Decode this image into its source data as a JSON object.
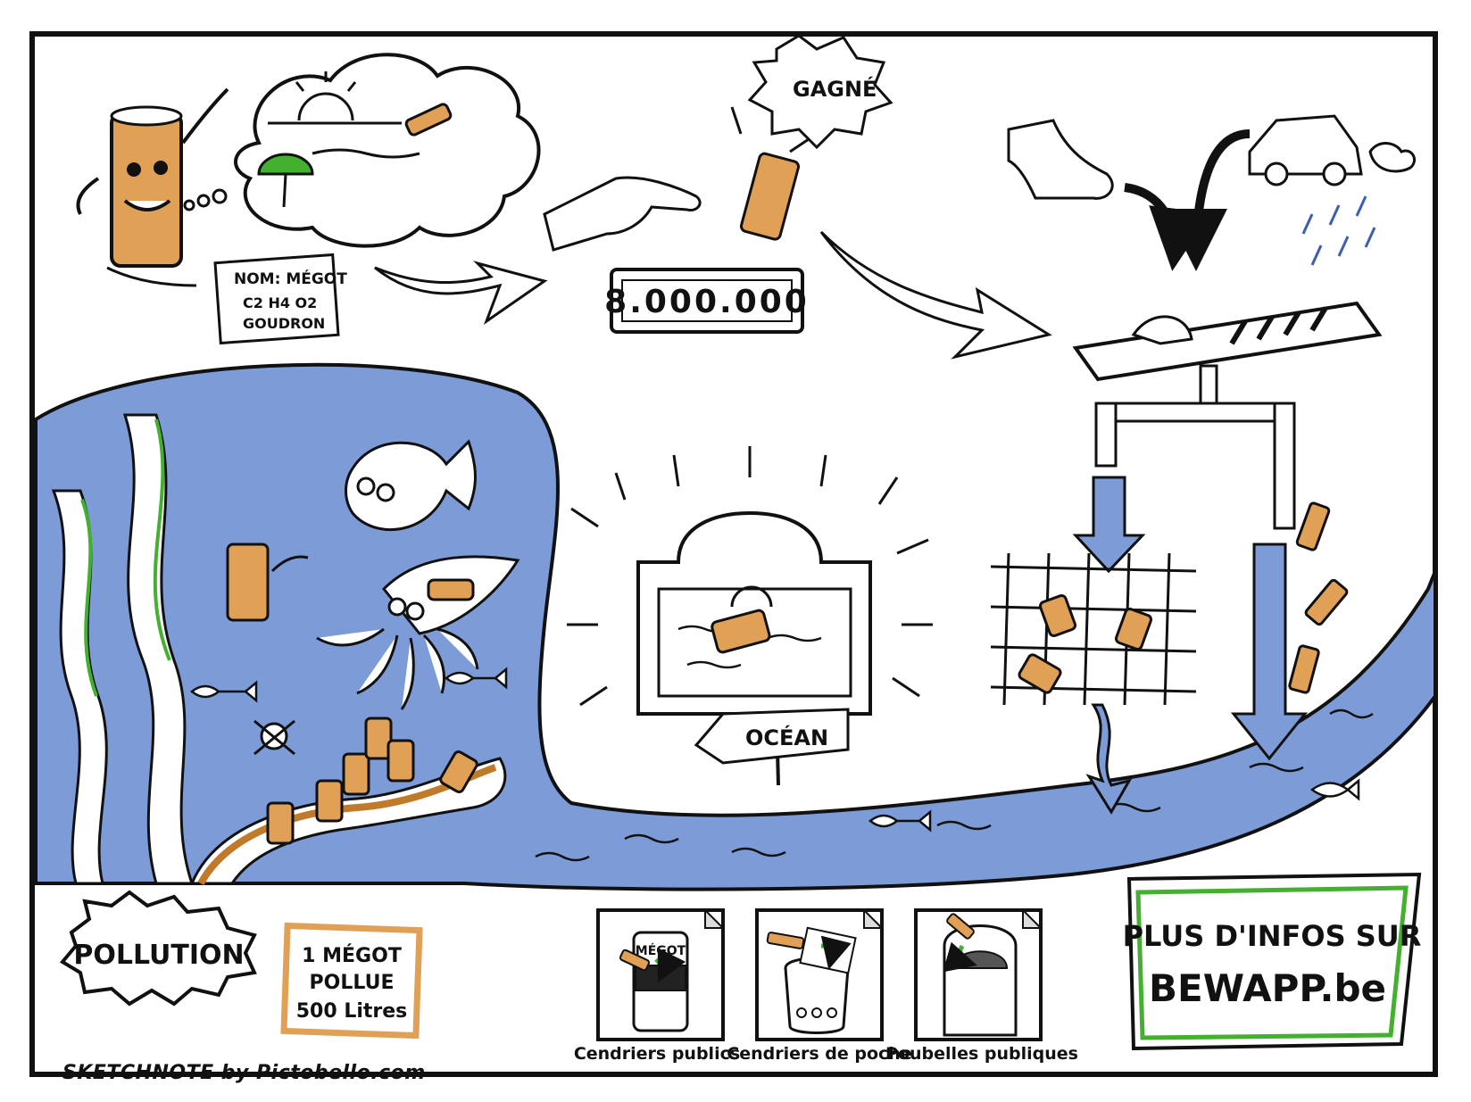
{
  "colors": {
    "water": "#7d9bd6",
    "ink": "#111111",
    "accent_orange": "#e0a055",
    "accent_green": "#44b02f",
    "paper": "#ffffff"
  },
  "step1": {
    "tag_lines": [
      "NOM: MÉGOT",
      "C2 H4 O2",
      "GOUDRON"
    ],
    "thought_icons": [
      "sun-icon",
      "umbrella-icon",
      "cigarette-butt-icon"
    ]
  },
  "step2": {
    "burst": "GAGNÉ",
    "counter": "8.000.000"
  },
  "ocean_sign": {
    "label": "OCÉAN"
  },
  "bottom": {
    "pollution_title": "POLLUTION",
    "fact_lines": [
      "1 MÉGOT",
      "POLLUE",
      "500 Litres"
    ],
    "solutions": [
      {
        "label": "Cendriers publics",
        "icon": "public-ashtray-icon",
        "sticker": "MÉGOT"
      },
      {
        "label": "Cendriers de poche",
        "icon": "pocket-ashtray-icon"
      },
      {
        "label": "Poubelles publiques",
        "icon": "public-bin-icon"
      }
    ],
    "info_lines": [
      "PLUS D'INFOS SUR",
      "BEWAPP.be"
    ]
  },
  "credit": "SKETCHNOTE by Pictobello.com"
}
